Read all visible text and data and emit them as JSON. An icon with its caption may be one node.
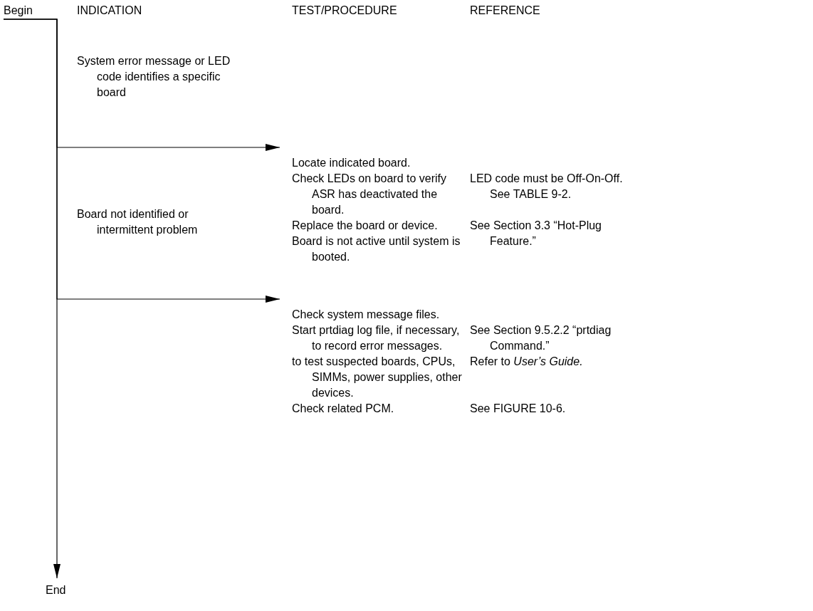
{
  "diagram": {
    "nodes": [
      {
        "text": [
          "Begin"
        ]
      },
      {
        "text": [
          "End"
        ]
      },
      {
        "text": [
          "Locate indicated board.",
          "Check LEDs on board to verify ASR has deactivated the board.",
          "Replace the board or device.",
          "Board is not active until system is booted."
        ]
      },
      {
        "text": [
          "Check system message files.",
          "Start prtdiag log file, if necessary, to record error messages.",
          "to test suspected boards, CPUs, SIMMs, power supplies, other devices.",
          "Check related PCM."
        ]
      }
    ],
    "edges": [
      {
        "from": 0,
        "to": 1,
        "arrow": "to"
      },
      {
        "from": 0,
        "to": 2,
        "arrow": "to",
        "label": "System error message or LED code identifies a specific board"
      },
      {
        "from": 0,
        "to": 3,
        "arrow": "to",
        "label": "Board not identified or intermittent problem"
      }
    ],
    "labels": [
      "INDICATION",
      "TEST/PROCEDURE",
      "REFERENCE",
      "LED code must be Off-On-Off. See TABLE 9-2.",
      "See Section 3.3 “Hot-Plug Feature.”",
      "See Section 9.5.2.2 “prtdiag Command.”",
      "Refer to *User’s Guide.*",
      "See FIGURE 10-6."
    ]
  }
}
